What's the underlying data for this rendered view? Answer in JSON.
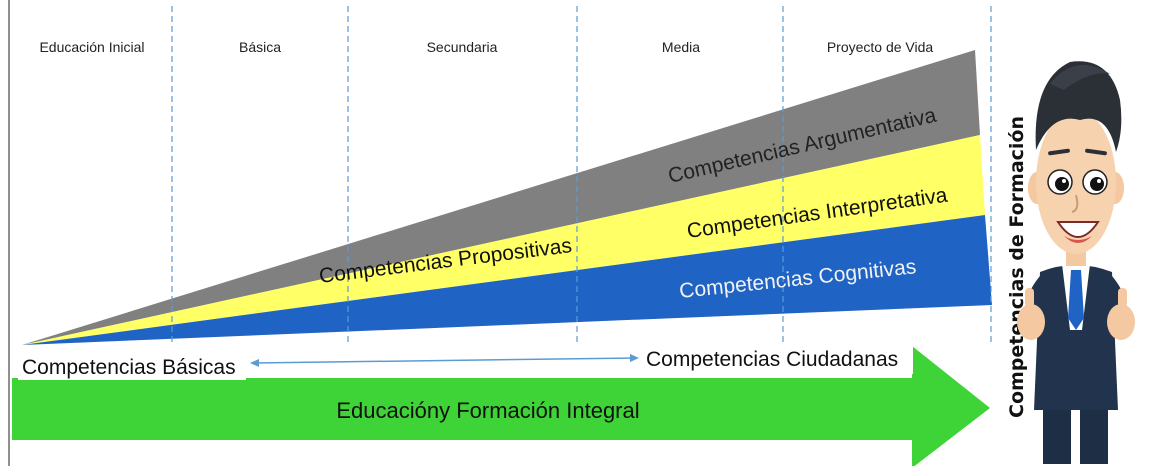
{
  "stages": [
    "Educación Inicial",
    "Básica",
    "Secundaria",
    "Media",
    "Proyecto de Vida"
  ],
  "bands": {
    "argumentativa": "Competencias Argumentativa",
    "propositivas": "Competencias Propositivas",
    "interpretativa": "Competencias Interpretativa",
    "cognitivas": "Competencias  Cognitivas"
  },
  "below": {
    "basicas": "Competencias Básicas",
    "ciudadanas": "Competencias Ciudadanas"
  },
  "arrow_label": "Educacióny Formación Integral",
  "vertical_label": "Competencias de Formación",
  "colors": {
    "gray": "#808080",
    "yellow": "#ffff66",
    "blue": "#1f63c4",
    "green": "#3ed336",
    "divider": "#5b9bd5",
    "connector": "#5b9bd5",
    "suit": "#1e2f45",
    "tie": "#1f63c4"
  }
}
